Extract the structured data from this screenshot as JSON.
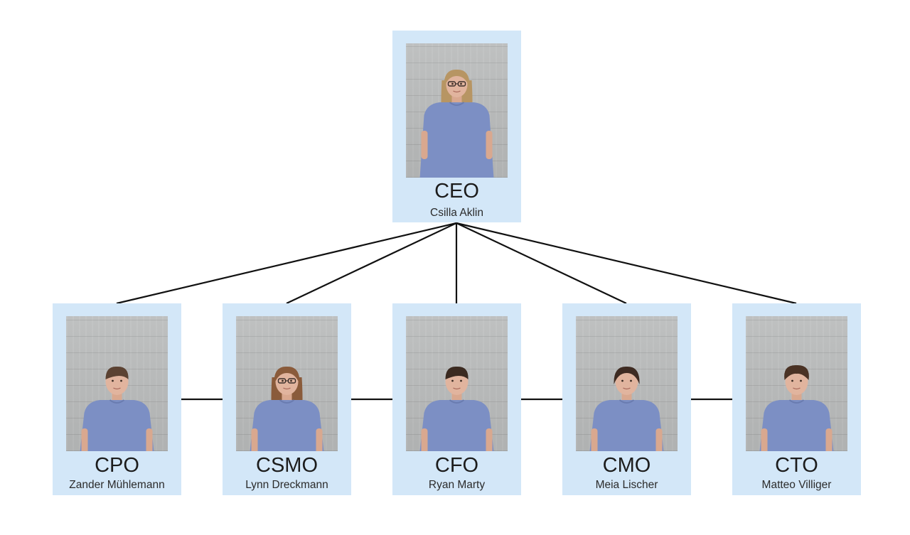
{
  "org": {
    "ceo": {
      "role": "CEO",
      "name": "Csilla Aklin",
      "hair": "#b79563",
      "hair_style": "long",
      "glasses": true
    },
    "reports": [
      {
        "role": "CPO",
        "name": "Zander Mühlemann",
        "hair": "#5b4232",
        "hair_style": "short",
        "glasses": false
      },
      {
        "role": "CSMO",
        "name": "Lynn Dreckmann",
        "hair": "#8a5b3b",
        "hair_style": "long",
        "glasses": true
      },
      {
        "role": "CFO",
        "name": "Ryan Marty",
        "hair": "#3b2a20",
        "hair_style": "short",
        "glasses": false
      },
      {
        "role": "CMO",
        "name": "Meia Lischer",
        "hair": "#3e2b22",
        "hair_style": "medium",
        "glasses": false
      },
      {
        "role": "CTO",
        "name": "Matteo Villiger",
        "hair": "#4a3224",
        "hair_style": "curly",
        "glasses": false
      }
    ]
  },
  "colors": {
    "card_background": "#d3e7f8",
    "connector": "#111111",
    "shirt": "#7c8fc4",
    "skin": "#e1b49e",
    "wall": "#b9bbbb"
  }
}
